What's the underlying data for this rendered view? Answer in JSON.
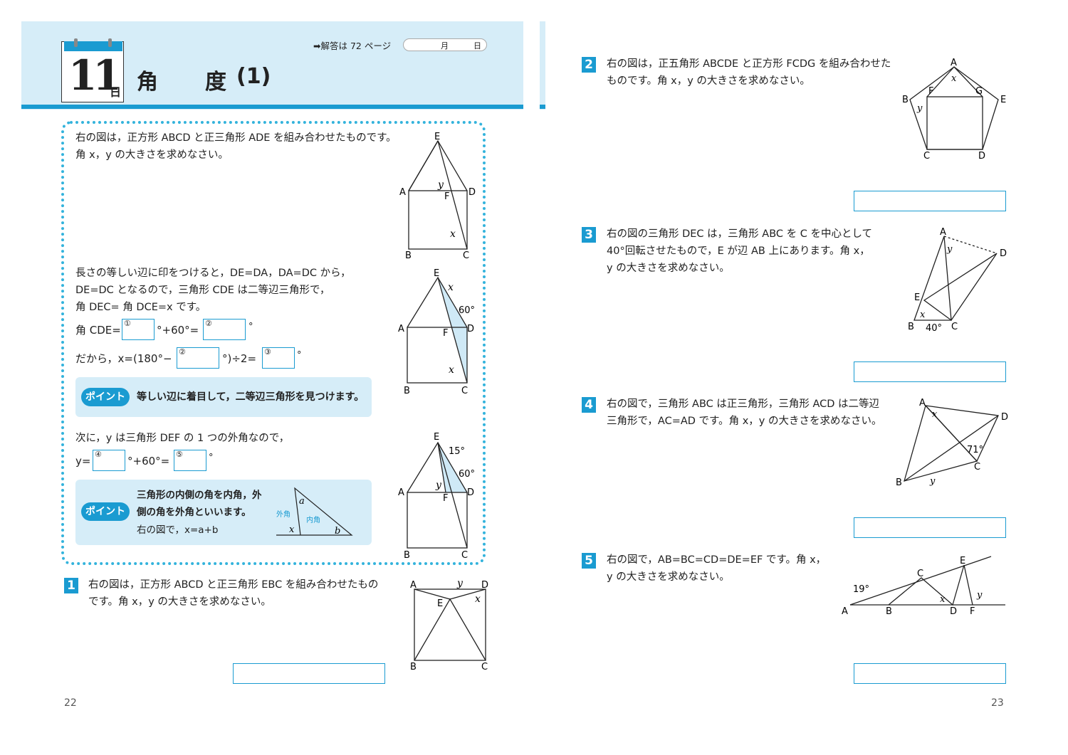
{
  "header": {
    "day_number": "11",
    "day_unit": "日",
    "title": "角　　度",
    "title_number": "(1)",
    "answer_ref": "➡解答は 72 ページ",
    "month_label": "月",
    "day_label": "日"
  },
  "example": {
    "problem_line1": "右の図は，正方形 ABCD と正三角形 ADE を組み合わせたものです。",
    "problem_line2": "角 x，y の大きさを求めなさい。",
    "expl_line1": "長さの等しい辺に印をつけると，DE=DA，DA=DC から，",
    "expl_line2": "DE=DC となるので，三角形 CDE は二等辺三角形で，",
    "expl_line3": "角 DEC= 角 DCE=x です。",
    "cde_label": "角 CDE=",
    "plus60": "°+60°=",
    "deg": "°",
    "so_label": "だから，x=(180°−",
    "div2": "°)÷2=",
    "circ1": "①",
    "circ2": "②",
    "circ2b": "②",
    "circ3": "③",
    "circ4": "④",
    "circ5": "⑤",
    "point_badge": "ポイント",
    "point1_text": "等しい辺に着目して，二等辺三角形を見つけます。",
    "next_line": "次に，y は三角形 DEF の 1 つの外角なので，",
    "y_label": "y=",
    "plus60b": "°+60°=",
    "deg2": "°",
    "point2_badge": "ポイント",
    "point2_line1": "三角形の内側の角を内角，外",
    "point2_line2": "側の角を外角といいます。",
    "point2_line3": "右の図で，x=a+b",
    "outer_angle": "外角",
    "inner_angle": "内角"
  },
  "figure_labels": {
    "A": "A",
    "B": "B",
    "C": "C",
    "D": "D",
    "E": "E",
    "F": "F",
    "G": "G",
    "x": "x",
    "y": "y",
    "a": "a",
    "b": "b",
    "deg60": "60°",
    "deg15": "15°",
    "deg40": "40°",
    "deg71": "71°",
    "deg19": "19°"
  },
  "questions": [
    {
      "num": "1",
      "line1": "右の図は，正方形 ABCD と正三角形 EBC を組み合わせたもの",
      "line2": "です。角 x，y の大きさを求めなさい。"
    },
    {
      "num": "2",
      "line1": "右の図は，正五角形 ABCDE と正方形 FCDG を組み合わせた",
      "line2": "ものです。角 x，y の大きさを求めなさい。"
    },
    {
      "num": "3",
      "line1": "右の図の三角形 DEC は，三角形 ABC を C を中心として",
      "line2": "40°回転させたもので，E が辺 AB 上にあります。角 x，",
      "line3": "y の大きさを求めなさい。"
    },
    {
      "num": "4",
      "line1": "右の図で，三角形 ABC は正三角形，三角形 ACD は二等辺",
      "line2": "三角形で，AC=AD です。角 x，y の大きさを求めなさい。"
    },
    {
      "num": "5",
      "line1": "右の図で，AB=BC=CD=DE=EF です。角 x，",
      "line2": "y の大きさを求めなさい。"
    }
  ],
  "page_numbers": {
    "left": "22",
    "right": "23"
  },
  "colors": {
    "accent": "#1a9bd1",
    "light": "#d6edf8"
  }
}
